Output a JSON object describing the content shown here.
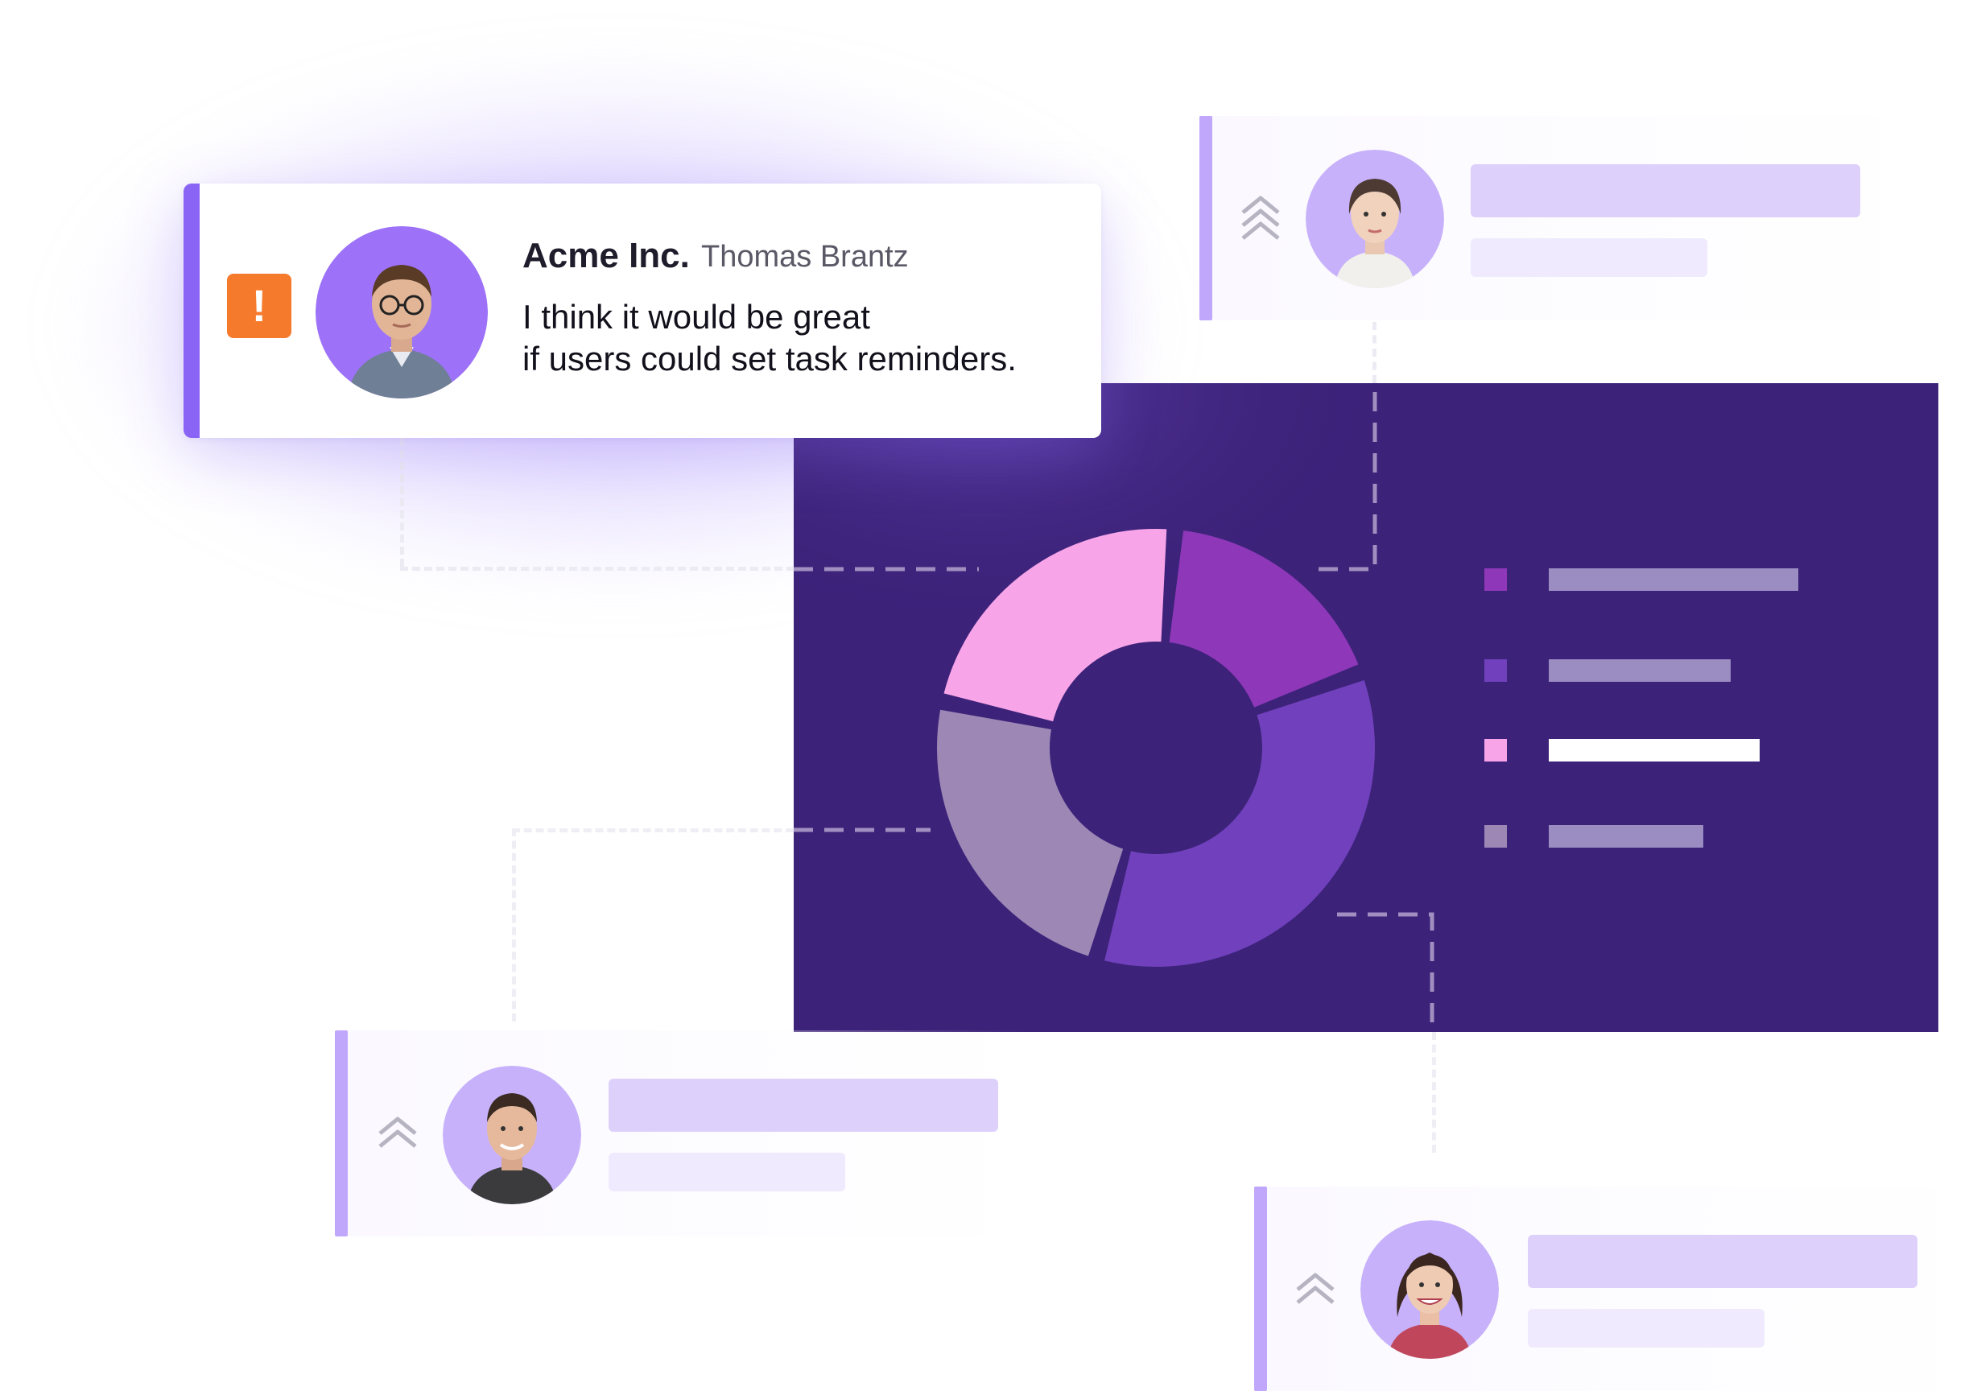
{
  "feedback_card": {
    "alert_symbol": "!",
    "company": "Acme Inc.",
    "person": "Thomas Brantz",
    "message_line1": "I think it would be great",
    "message_line2": "if users could set task reminders."
  },
  "chart_data": {
    "type": "pie",
    "style": "donut",
    "title": "",
    "series": [
      {
        "values": [
          18,
          35,
          24,
          23
        ]
      }
    ],
    "slice_colors": [
      "#8e37b8",
      "#7141bd",
      "#9d87b5",
      "#f8a4e8"
    ],
    "legend": {
      "placement": "right",
      "entries": [
        "",
        "",
        "",
        ""
      ],
      "highlighted_index": 2
    },
    "background": "#3c2279"
  },
  "colors": {
    "accent": "#8a64f5",
    "alert": "#f57a2c",
    "ghost_accent": "#c0a7fb",
    "avatar_bg": "#9d72f8",
    "avatar_bg_light": "#c7b1fb"
  },
  "icons": {
    "upvote": "double-chevron-up-icon"
  }
}
